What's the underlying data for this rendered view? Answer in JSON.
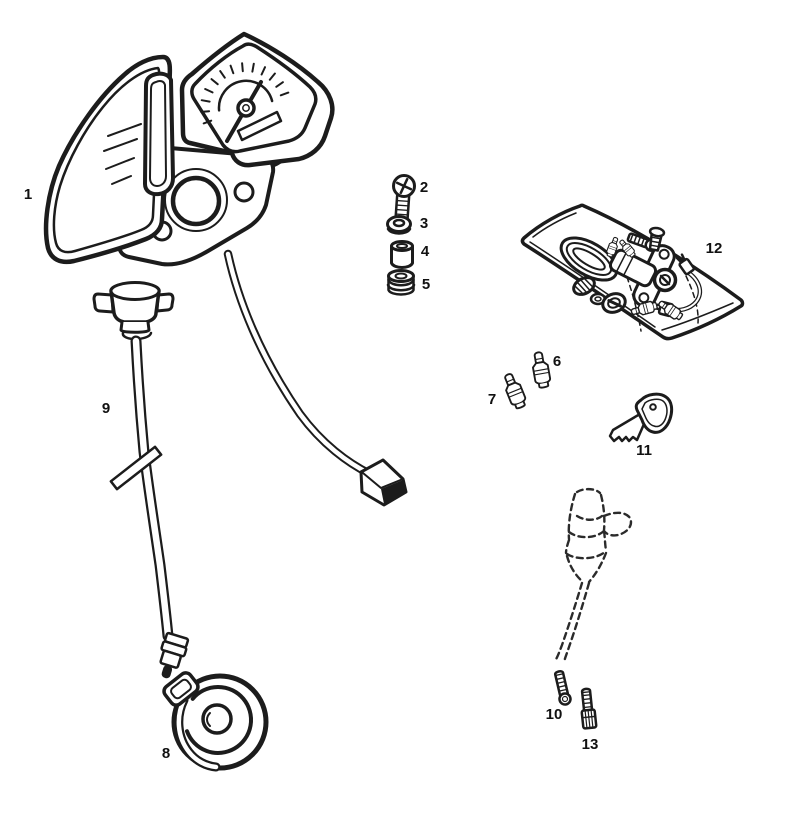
{
  "figure": {
    "type": "exploded-parts-diagram",
    "background_color": "#ffffff",
    "line_color": "#1c1c1c"
  },
  "callouts": [
    {
      "label": "1"
    },
    {
      "label": "2"
    },
    {
      "label": "3"
    },
    {
      "label": "4"
    },
    {
      "label": "5"
    },
    {
      "label": "6"
    },
    {
      "label": "7"
    },
    {
      "label": "8"
    },
    {
      "label": "9"
    },
    {
      "label": "10"
    },
    {
      "label": "11"
    },
    {
      "label": "12"
    },
    {
      "label": "13"
    }
  ]
}
